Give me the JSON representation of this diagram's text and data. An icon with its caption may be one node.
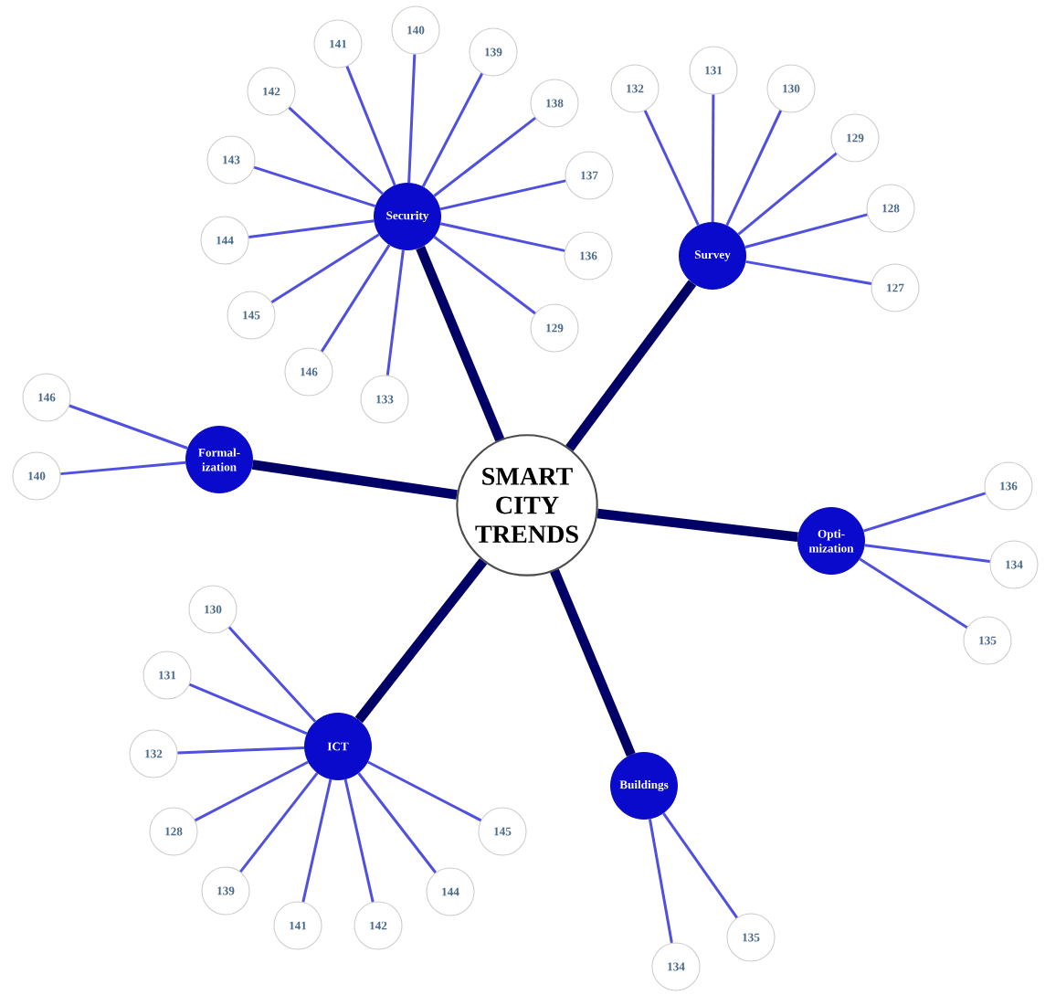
{
  "diagram": {
    "nodes": [
      {
        "text": [
          "SMART CITY TRENDS"
        ]
      },
      {
        "text": [
          "Security"
        ]
      },
      {
        "text": [
          "141"
        ]
      },
      {
        "text": [
          "140"
        ]
      },
      {
        "text": [
          "139"
        ]
      },
      {
        "text": [
          "138"
        ]
      },
      {
        "text": [
          "137"
        ]
      },
      {
        "text": [
          "136"
        ]
      },
      {
        "text": [
          "129"
        ]
      },
      {
        "text": [
          "133"
        ]
      },
      {
        "text": [
          "146"
        ]
      },
      {
        "text": [
          "145"
        ]
      },
      {
        "text": [
          "144"
        ]
      },
      {
        "text": [
          "143"
        ]
      },
      {
        "text": [
          "142"
        ]
      },
      {
        "text": [
          "Survey"
        ]
      },
      {
        "text": [
          "132"
        ]
      },
      {
        "text": [
          "131"
        ]
      },
      {
        "text": [
          "130"
        ]
      },
      {
        "text": [
          "129"
        ]
      },
      {
        "text": [
          "128"
        ]
      },
      {
        "text": [
          "127"
        ]
      },
      {
        "text": [
          "Formal-ization"
        ]
      },
      {
        "text": [
          "146"
        ]
      },
      {
        "text": [
          "140"
        ]
      },
      {
        "text": [
          "Opti-mization"
        ]
      },
      {
        "text": [
          "136"
        ]
      },
      {
        "text": [
          "134"
        ]
      },
      {
        "text": [
          "135"
        ]
      },
      {
        "text": [
          "Buildings"
        ]
      },
      {
        "text": [
          "135"
        ]
      },
      {
        "text": [
          "134"
        ]
      },
      {
        "text": [
          "ICT"
        ]
      },
      {
        "text": [
          "130"
        ]
      },
      {
        "text": [
          "131"
        ]
      },
      {
        "text": [
          "132"
        ]
      },
      {
        "text": [
          "128"
        ]
      },
      {
        "text": [
          "139"
        ]
      },
      {
        "text": [
          "141"
        ]
      },
      {
        "text": [
          "142"
        ]
      },
      {
        "text": [
          "144"
        ]
      },
      {
        "text": [
          "145"
        ]
      }
    ],
    "edges": [
      {
        "from": 0,
        "to": 1,
        "arrow": "none",
        "style": "thick",
        "color": "#000066"
      },
      {
        "from": 0,
        "to": 15,
        "arrow": "none",
        "style": "thick",
        "color": "#000066"
      },
      {
        "from": 0,
        "to": 22,
        "arrow": "none",
        "style": "thick",
        "color": "#000066"
      },
      {
        "from": 0,
        "to": 25,
        "arrow": "none",
        "style": "thick",
        "color": "#000066"
      },
      {
        "from": 0,
        "to": 29,
        "arrow": "none",
        "style": "thick",
        "color": "#000066"
      },
      {
        "from": 0,
        "to": 32,
        "arrow": "none",
        "style": "thick",
        "color": "#000066"
      },
      {
        "from": 1,
        "to": 2,
        "arrow": "none"
      },
      {
        "from": 1,
        "to": 3,
        "arrow": "none"
      },
      {
        "from": 1,
        "to": 4,
        "arrow": "none"
      },
      {
        "from": 1,
        "to": 5,
        "arrow": "none"
      },
      {
        "from": 1,
        "to": 6,
        "arrow": "none"
      },
      {
        "from": 1,
        "to": 7,
        "arrow": "none"
      },
      {
        "from": 1,
        "to": 8,
        "arrow": "none"
      },
      {
        "from": 1,
        "to": 9,
        "arrow": "none"
      },
      {
        "from": 1,
        "to": 10,
        "arrow": "none"
      },
      {
        "from": 1,
        "to": 11,
        "arrow": "none"
      },
      {
        "from": 1,
        "to": 12,
        "arrow": "none"
      },
      {
        "from": 1,
        "to": 13,
        "arrow": "none"
      },
      {
        "from": 1,
        "to": 14,
        "arrow": "none"
      },
      {
        "from": 15,
        "to": 16,
        "arrow": "none"
      },
      {
        "from": 15,
        "to": 17,
        "arrow": "none"
      },
      {
        "from": 15,
        "to": 18,
        "arrow": "none"
      },
      {
        "from": 15,
        "to": 19,
        "arrow": "none"
      },
      {
        "from": 15,
        "to": 20,
        "arrow": "none"
      },
      {
        "from": 15,
        "to": 21,
        "arrow": "none"
      },
      {
        "from": 22,
        "to": 23,
        "arrow": "none"
      },
      {
        "from": 22,
        "to": 24,
        "arrow": "none"
      },
      {
        "from": 25,
        "to": 26,
        "arrow": "none"
      },
      {
        "from": 25,
        "to": 27,
        "arrow": "none"
      },
      {
        "from": 25,
        "to": 28,
        "arrow": "none"
      },
      {
        "from": 29,
        "to": 30,
        "arrow": "none"
      },
      {
        "from": 29,
        "to": 31,
        "arrow": "none"
      },
      {
        "from": 32,
        "to": 33,
        "arrow": "none"
      },
      {
        "from": 32,
        "to": 34,
        "arrow": "none"
      },
      {
        "from": 32,
        "to": 35,
        "arrow": "none"
      },
      {
        "from": 32,
        "to": 36,
        "arrow": "none"
      },
      {
        "from": 32,
        "to": 37,
        "arrow": "none"
      },
      {
        "from": 32,
        "to": 38,
        "arrow": "none"
      },
      {
        "from": 32,
        "to": 39,
        "arrow": "none"
      },
      {
        "from": 32,
        "to": 40,
        "arrow": "none"
      },
      {
        "from": 32,
        "to": 41,
        "arrow": "none"
      }
    ]
  }
}
